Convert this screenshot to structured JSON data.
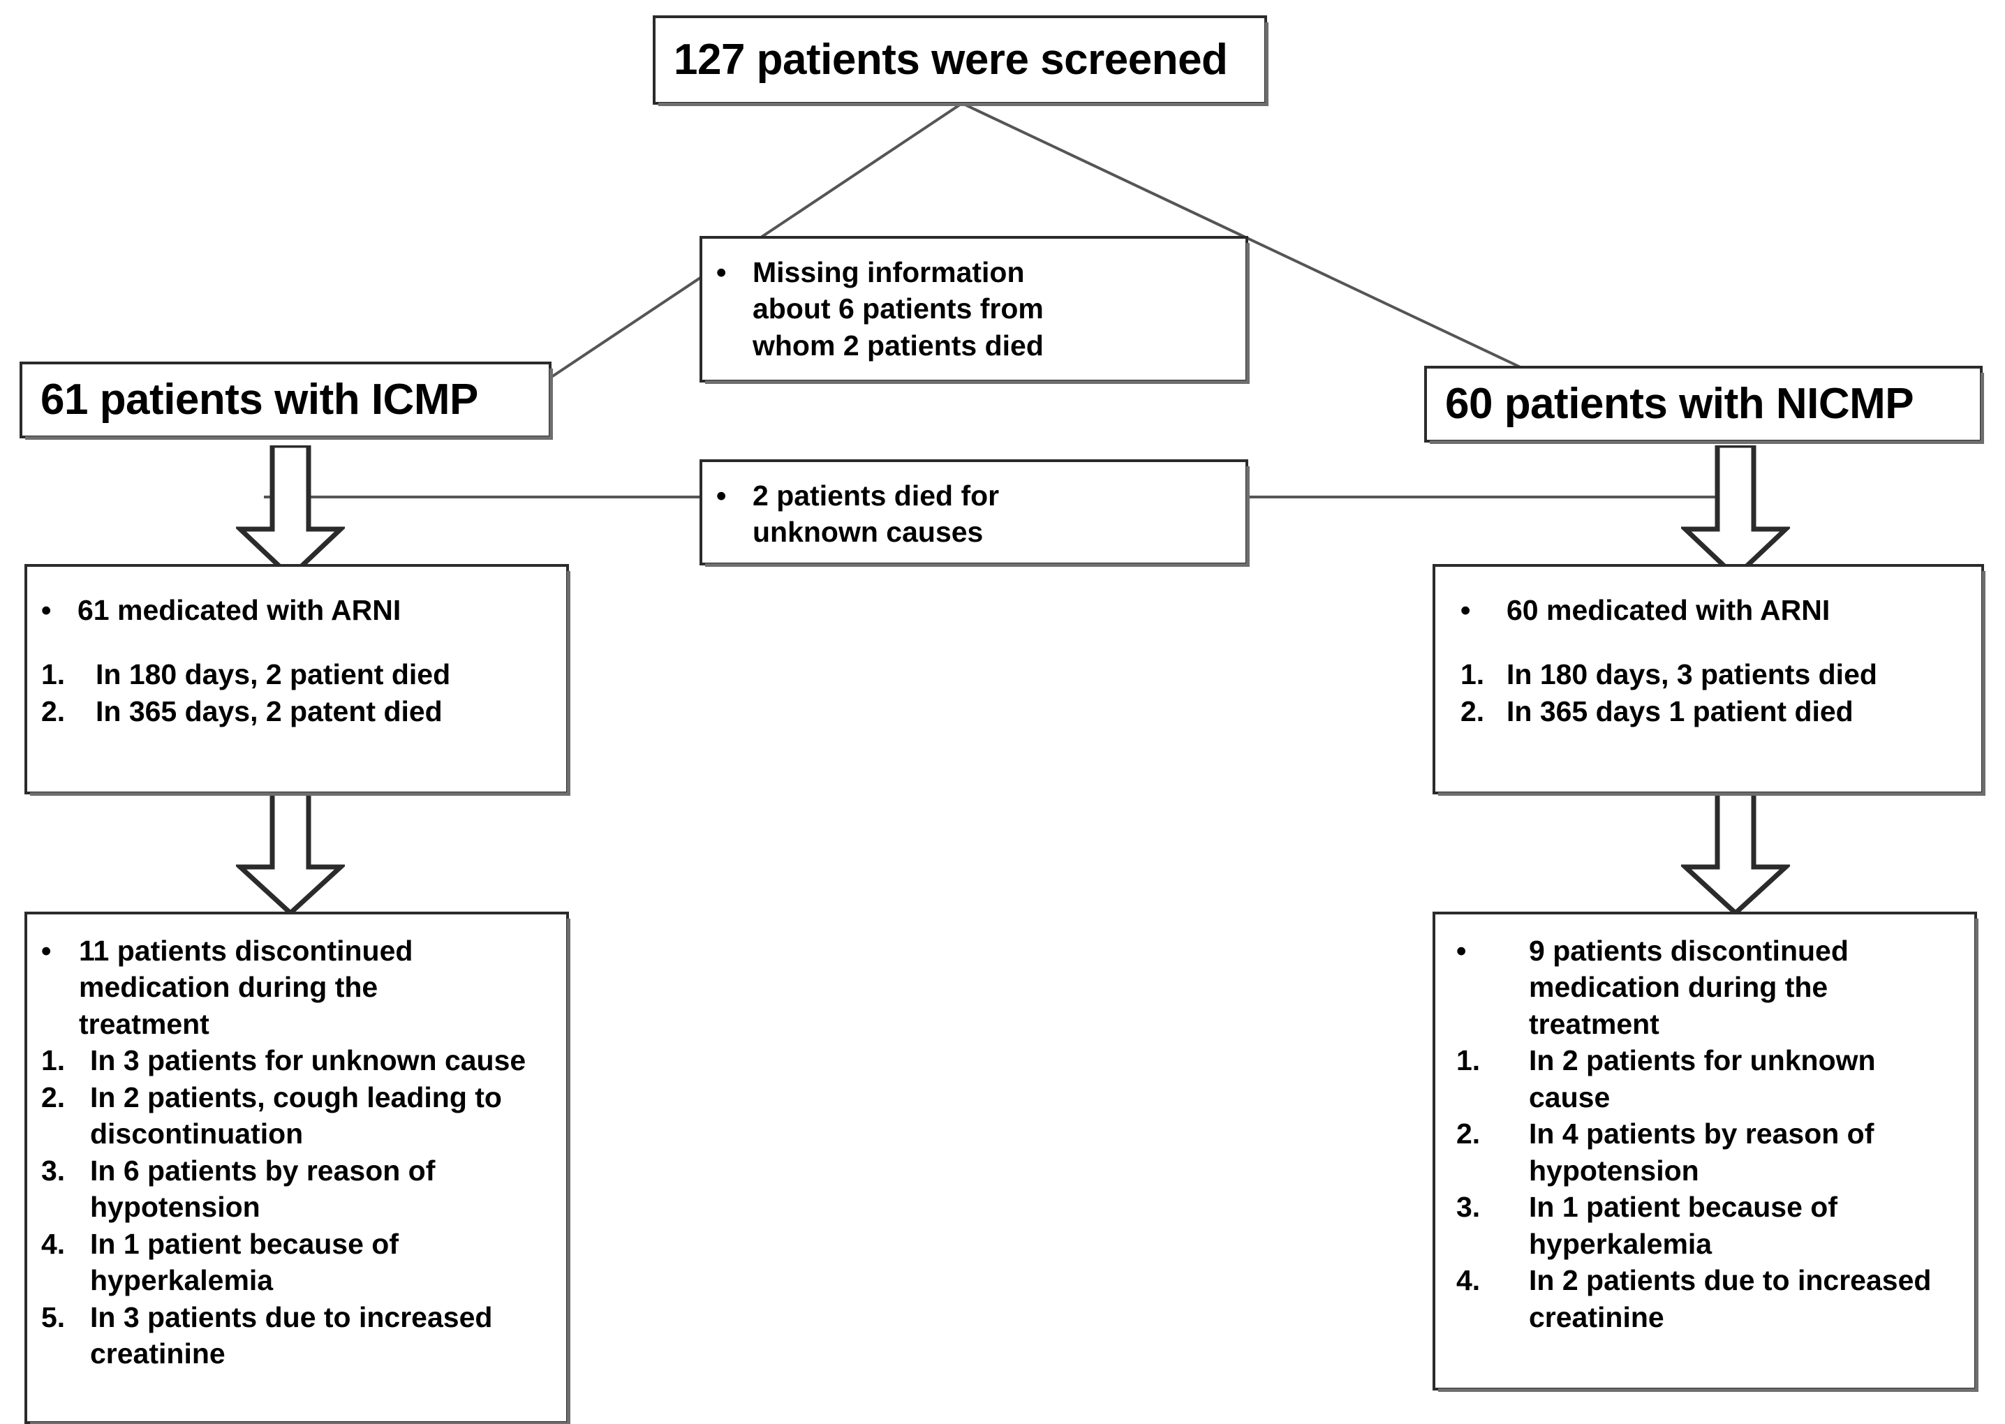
{
  "diagram": {
    "title": "Patient screening and ARNI treatment flow",
    "type": "flowchart",
    "colors": {
      "box_border": "#2b2b2b",
      "shadow": "#6e6e6e",
      "connector": "#555555",
      "text": "#000000",
      "background": "#ffffff"
    }
  },
  "nodes": {
    "screened": {
      "text": "127 patients were screened"
    },
    "missing_info": {
      "bullet": "•",
      "lines": [
        "Missing information",
        "about 6 patients from",
        "whom 2 patients died"
      ]
    },
    "died_unknown": {
      "bullet": "•",
      "lines": [
        "2 patients died for",
        "unknown causes"
      ]
    },
    "icmp_group": {
      "text": "61 patients with ICMP"
    },
    "nicmp_group": {
      "text": "60 patients with NICMP"
    },
    "icmp_medicated": {
      "bullet": "•",
      "headline": "61 medicated with ARNI",
      "items": [
        {
          "marker": "1.",
          "text": "In 180 days, 2 patient died"
        },
        {
          "marker": "2.",
          "text": "In 365 days, 2 patent died"
        }
      ]
    },
    "nicmp_medicated": {
      "bullet": "•",
      "headline": "60 medicated with  ARNI",
      "items": [
        {
          "marker": "1.",
          "text": "In 180 days, 3 patients died"
        },
        {
          "marker": "2.",
          "text": "In 365 days 1 patient died"
        }
      ]
    },
    "icmp_discontinued": {
      "bullet": "•",
      "headline_lines": [
        "11 patients discontinued",
        "medication during the",
        "treatment"
      ],
      "items": [
        {
          "marker": "1.",
          "lines": [
            "In 3 patients for unknown cause"
          ]
        },
        {
          "marker": "2.",
          "lines": [
            "In 2 patients, cough leading to",
            "discontinuation"
          ]
        },
        {
          "marker": "3.",
          "lines": [
            "In 6 patients by reason of",
            "hypotension"
          ]
        },
        {
          "marker": "4.",
          "lines": [
            "In 1 patient because of",
            "hyperkalemia"
          ]
        },
        {
          "marker": "5.",
          "lines": [
            "In 3 patients due to increased",
            "creatinine"
          ]
        }
      ]
    },
    "nicmp_discontinued": {
      "bullet": "•",
      "headline_lines": [
        "9 patients discontinued",
        "medication during the",
        "treatment"
      ],
      "items": [
        {
          "marker": "1.",
          "lines": [
            "In 2 patients for unknown",
            "cause"
          ]
        },
        {
          "marker": "2.",
          "lines": [
            "In 4 patients by reason  of",
            "hypotension"
          ]
        },
        {
          "marker": "3.",
          "lines": [
            "In 1 patient because of",
            "hyperkalemia"
          ]
        },
        {
          "marker": "4.",
          "lines": [
            "In 2 patients due to increased",
            "creatinine"
          ]
        }
      ]
    }
  }
}
